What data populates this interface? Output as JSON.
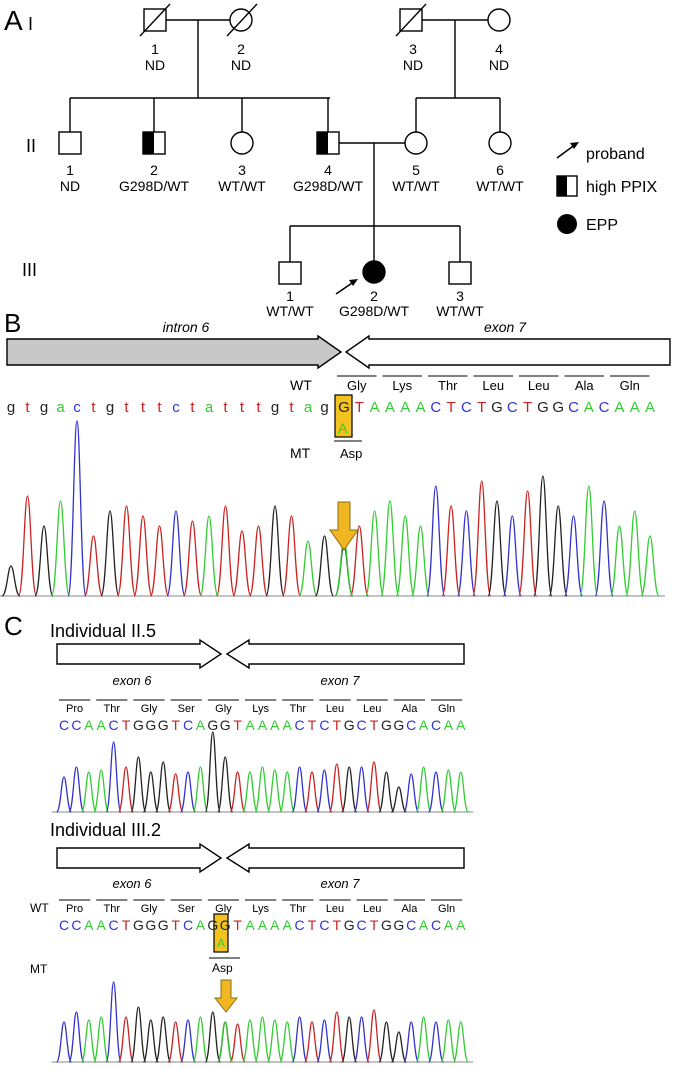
{
  "panels": {
    "a": {
      "letter": "A",
      "generations": [
        "I",
        "II",
        "III"
      ],
      "individuals": {
        "I1": {
          "number": "1",
          "genotype": "ND"
        },
        "I2": {
          "number": "2",
          "genotype": "ND"
        },
        "I3": {
          "number": "3",
          "genotype": "ND"
        },
        "I4": {
          "number": "4",
          "genotype": "ND"
        },
        "II1": {
          "number": "1",
          "genotype": "ND"
        },
        "II2": {
          "number": "2",
          "genotype": "G298D/WT"
        },
        "II3": {
          "number": "3",
          "genotype": "WT/WT"
        },
        "II4": {
          "number": "4",
          "genotype": "G298D/WT"
        },
        "II5": {
          "number": "5",
          "genotype": "WT/WT"
        },
        "II6": {
          "number": "6",
          "genotype": "WT/WT"
        },
        "III1": {
          "number": "1",
          "genotype": "WT/WT"
        },
        "III2": {
          "number": "2",
          "genotype": "G298D/WT"
        },
        "III3": {
          "number": "3",
          "genotype": "WT/WT"
        }
      },
      "legend": {
        "proband": "proband",
        "high_ppix": "high PPIX",
        "epp": "EPP"
      }
    },
    "b": {
      "letter": "B",
      "intron_label": "intron 6",
      "exon_label": "exon 7",
      "wt_label": "WT",
      "mt_label": "MT",
      "intron_bases": [
        "g",
        "t",
        "g",
        "a",
        "c",
        "t",
        "g",
        "t",
        "t",
        "t",
        "c",
        "t",
        "a",
        "t",
        "t",
        "t",
        "g",
        "t",
        "a",
        "g"
      ],
      "exon_bases": [
        "G",
        "T",
        "A",
        "A",
        "A",
        "A",
        "C",
        "T",
        "C",
        "T",
        "G",
        "C",
        "T",
        "G",
        "G",
        "C",
        "A",
        "C",
        "A",
        "A",
        "A"
      ],
      "mutant_base": "A",
      "codons_wt": [
        "Gly",
        "Lys",
        "Thr",
        "Leu",
        "Leu",
        "Ala",
        "Gln"
      ],
      "codon_mt": "Asp"
    },
    "c": {
      "letter": "C",
      "individual_1": {
        "title": "Individual II.5",
        "exon_left": "exon 6",
        "exon_right": "exon 7",
        "codons": [
          "Pro",
          "Thr",
          "Gly",
          "Ser",
          "Gly",
          "Lys",
          "Thr",
          "Leu",
          "Leu",
          "Ala",
          "Gln"
        ],
        "sequence": [
          "C",
          "C",
          "A",
          "A",
          "C",
          "T",
          "G",
          "G",
          "G",
          "T",
          "C",
          "A",
          "G",
          "G",
          "T",
          "A",
          "A",
          "A",
          "A",
          "C",
          "T",
          "C",
          "T",
          "G",
          "C",
          "T",
          "G",
          "G",
          "C",
          "A",
          "C",
          "A",
          "A"
        ]
      },
      "individual_2": {
        "title": "Individual III.2",
        "exon_left": "exon 6",
        "exon_right": "exon 7",
        "wt_label": "WT",
        "mt_label": "MT",
        "codons": [
          "Pro",
          "Thr",
          "Gly",
          "Ser",
          "Gly",
          "Lys",
          "Thr",
          "Leu",
          "Leu",
          "Ala",
          "Gln"
        ],
        "sequence": [
          "C",
          "C",
          "A",
          "A",
          "C",
          "T",
          "G",
          "G",
          "G",
          "T",
          "C",
          "A",
          "G",
          "G",
          "T",
          "A",
          "A",
          "A",
          "A",
          "C",
          "T",
          "C",
          "T",
          "G",
          "C",
          "T",
          "G",
          "G",
          "C",
          "A",
          "C",
          "A",
          "A"
        ],
        "mutant_base": "A",
        "codon_mt": "Asp"
      }
    }
  },
  "colors": {
    "base_A": "#33cc33",
    "base_C": "#3333cc",
    "base_G": "#222222",
    "base_T": "#cc2222",
    "highlight": "#f2c21e",
    "arrow": "#f0b722",
    "intron_fill": "#c8c8c8"
  }
}
